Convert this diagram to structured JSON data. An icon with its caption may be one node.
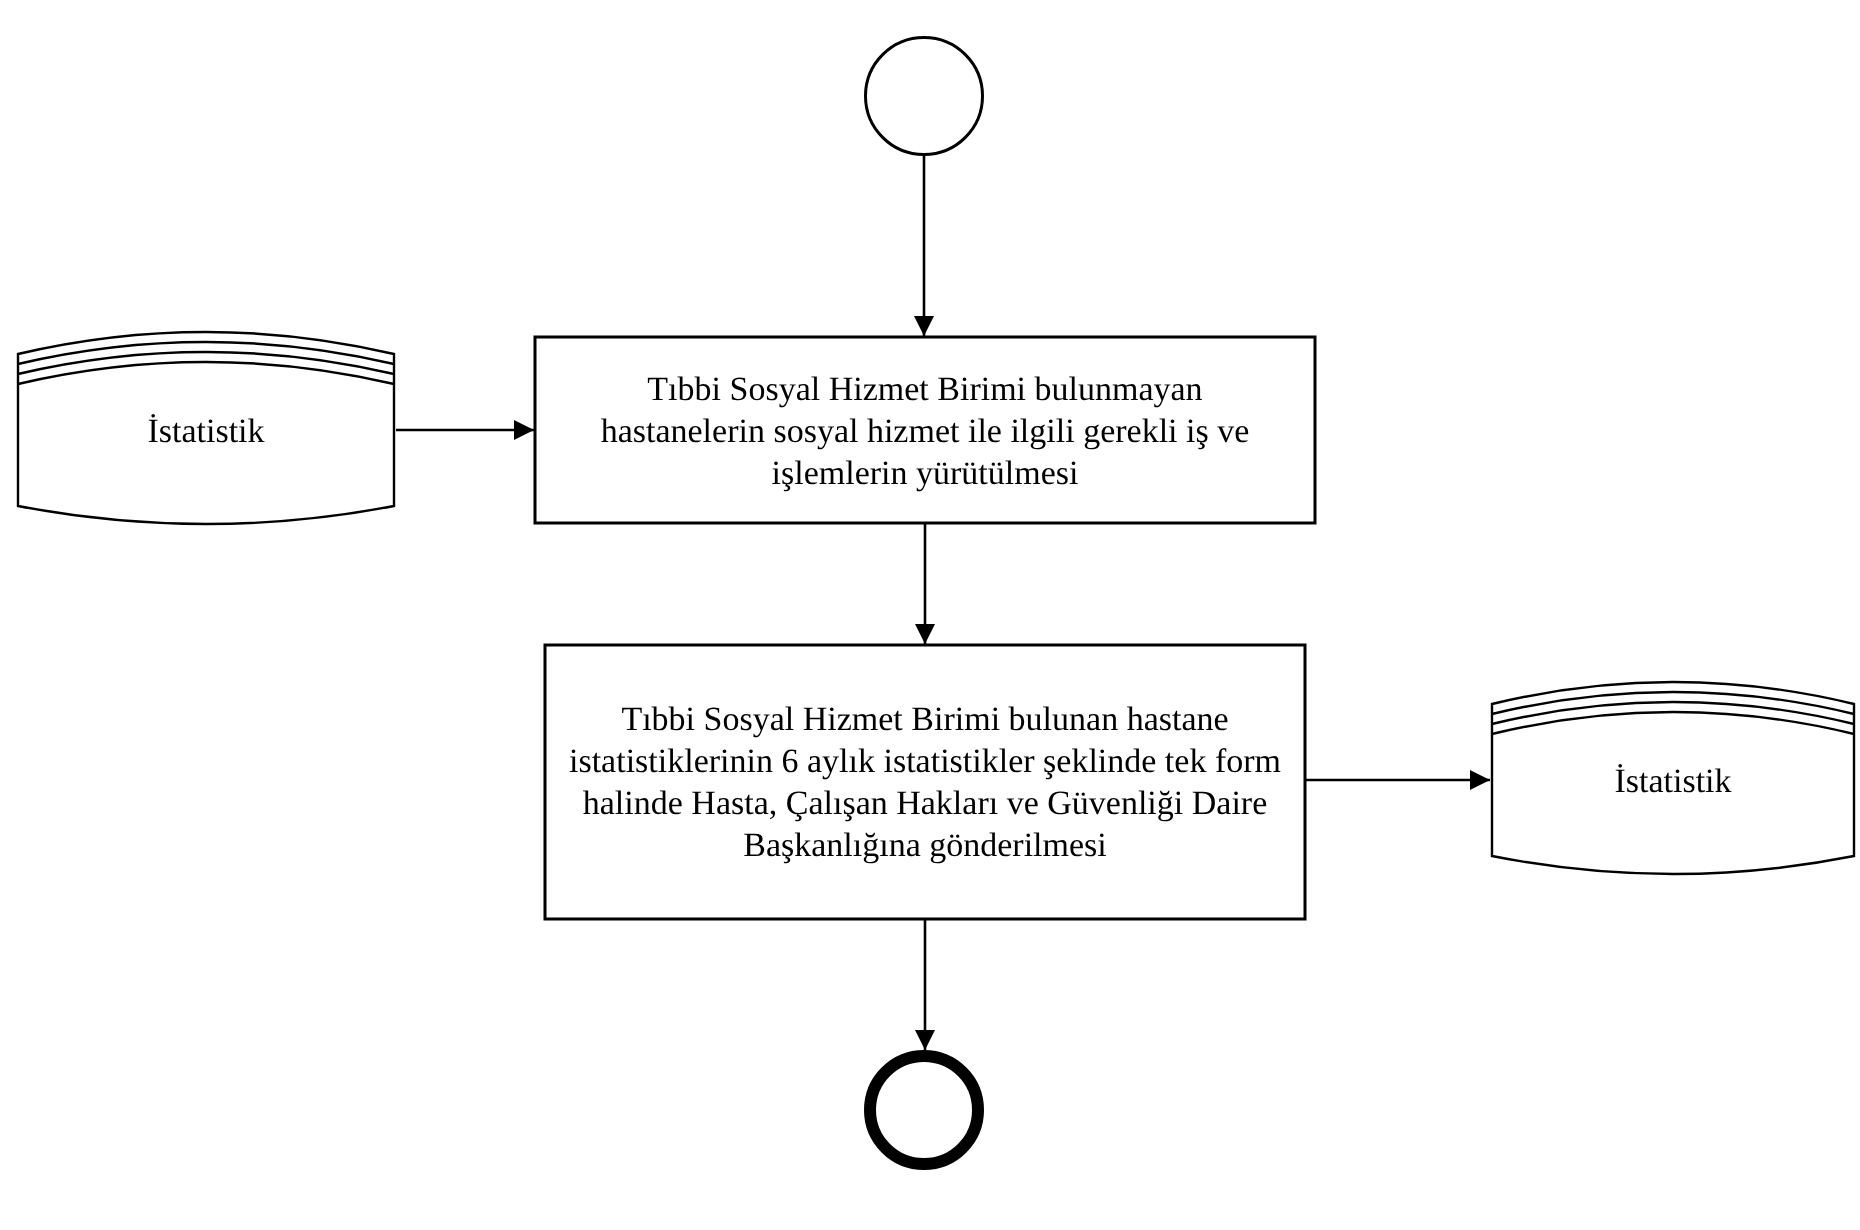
{
  "diagram": {
    "nodes": [
      {
        "text": [],
        "shape": "circle"
      },
      {
        "text": [
          "İstatistik"
        ]
      },
      {
        "text": [
          "Tıbbi Sosyal Hizmet Birimi bulunmayan hastanelerin sosyal hizmet  ile ilgili gerekli iş ve işlemlerin yürütülmesi"
        ]
      },
      {
        "text": [
          "Tıbbi Sosyal Hizmet Birimi bulunan hastane istatistiklerinin 6 aylık istatistikler şeklinde tek form halinde Hasta, Çalışan Hakları ve Güvenliği Daire Başkanlığına gönderilmesi"
        ]
      },
      {
        "text": [
          "İstatistik"
        ]
      },
      {
        "text": [],
        "shape": "circle"
      }
    ],
    "edges": [
      {
        "from": 0,
        "to": 2,
        "arrow": "to"
      },
      {
        "from": 1,
        "to": 2,
        "arrow": "to"
      },
      {
        "from": 2,
        "to": 3,
        "arrow": "to"
      },
      {
        "from": 3,
        "to": 4,
        "arrow": "to"
      },
      {
        "from": 3,
        "to": 5,
        "arrow": "to"
      }
    ]
  }
}
